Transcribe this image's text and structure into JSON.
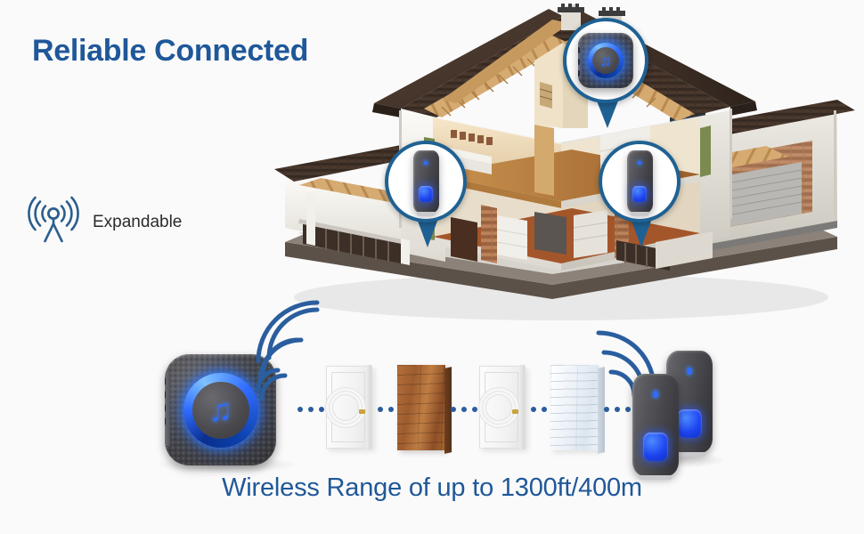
{
  "page": {
    "headline": "Reliable Connected",
    "caption": "Wireless Range of up to 1300ft/400m",
    "background_color": "#fbfafa",
    "accent_blue": "#1f5899",
    "device_blue": "#2f6bff"
  },
  "expandable": {
    "label": "Expandable",
    "icon": "broadcast-antenna-icon",
    "icon_color": "#2a5e8e"
  },
  "house": {
    "alt": "cutaway illustration of a two-storey house",
    "roof_color": "#4a3a30",
    "wall_color": "#f1efe9",
    "pins": [
      {
        "id": "pin-roof",
        "device": "chime-receiver",
        "position": "upper-attic"
      },
      {
        "id": "pin-left-room",
        "device": "doorbell-button",
        "position": "left-living-room"
      },
      {
        "id": "pin-right-entry",
        "device": "doorbell-button",
        "position": "right-entry"
      }
    ]
  },
  "scene": {
    "chime": {
      "name": "chime-receiver",
      "icon": "music-note-icon",
      "ring_color": "#2f6bff"
    },
    "obstacles": [
      {
        "type": "door",
        "label": "white panel door"
      },
      {
        "type": "wall-wood",
        "label": "brown brick wall"
      },
      {
        "type": "door",
        "label": "white panel door"
      },
      {
        "type": "wall-white",
        "label": "white brick wall"
      }
    ],
    "signal_dots_per_gap": 3,
    "wave_arcs": 3,
    "buttons": [
      {
        "name": "doorbell-button-back",
        "button_color": "#1f46f0"
      },
      {
        "name": "doorbell-button-front",
        "button_color": "#1f46f0"
      }
    ]
  }
}
